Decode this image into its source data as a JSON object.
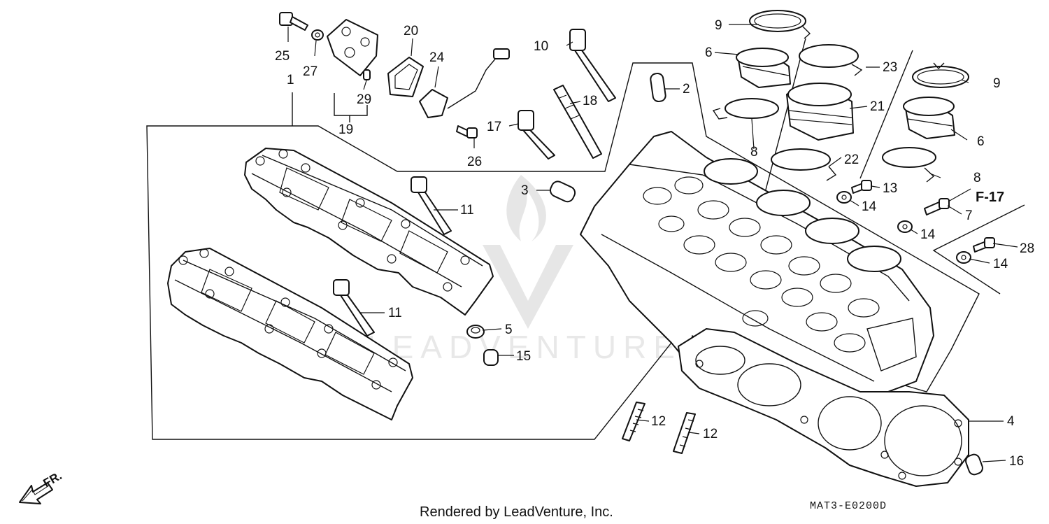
{
  "callouts": {
    "c1": "1",
    "c2": "2",
    "c3": "3",
    "c4": "4",
    "c5": "5",
    "c6a": "6",
    "c6b": "6",
    "c7": "7",
    "c8a": "8",
    "c8b": "8",
    "c9a": "9",
    "c9b": "9",
    "c10": "10",
    "c11a": "11",
    "c11b": "11",
    "c12a": "12",
    "c12b": "12",
    "c13": "13",
    "c14a": "14",
    "c14b": "14",
    "c14c": "14",
    "c15": "15",
    "c16": "16",
    "c17": "17",
    "c18": "18",
    "c19": "19",
    "c20": "20",
    "c21": "21",
    "c22": "22",
    "c23": "23",
    "c24": "24",
    "c25": "25",
    "c26": "26",
    "c27": "27",
    "c28": "28",
    "c29": "29"
  },
  "reference": "F-17",
  "direction_label": "FR.",
  "watermark": "LEADVENTURE",
  "footer": "Rendered by LeadVenture, Inc.",
  "diagram_code": "MAT3-E0200D"
}
